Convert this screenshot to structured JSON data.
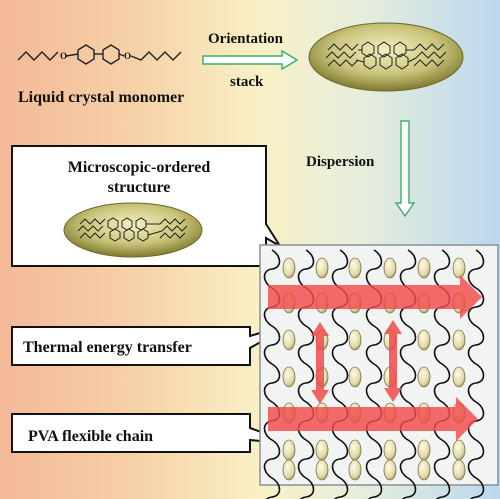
{
  "labels": {
    "monomer": "Liquid crystal monomer",
    "orientation": "Orientation",
    "stack": "stack",
    "dispersion": "Dispersion",
    "micro_line1": "Microscopic-ordered",
    "micro_line2": "structure",
    "thermal": "Thermal energy transfer",
    "pva": "PVA flexible chain"
  },
  "colors": {
    "ellipse_fill": "#8f8f3e",
    "arrow_outline": "#3cb06a",
    "heat_arrow": "#f04a4a",
    "panel": "#f2f4f4"
  }
}
